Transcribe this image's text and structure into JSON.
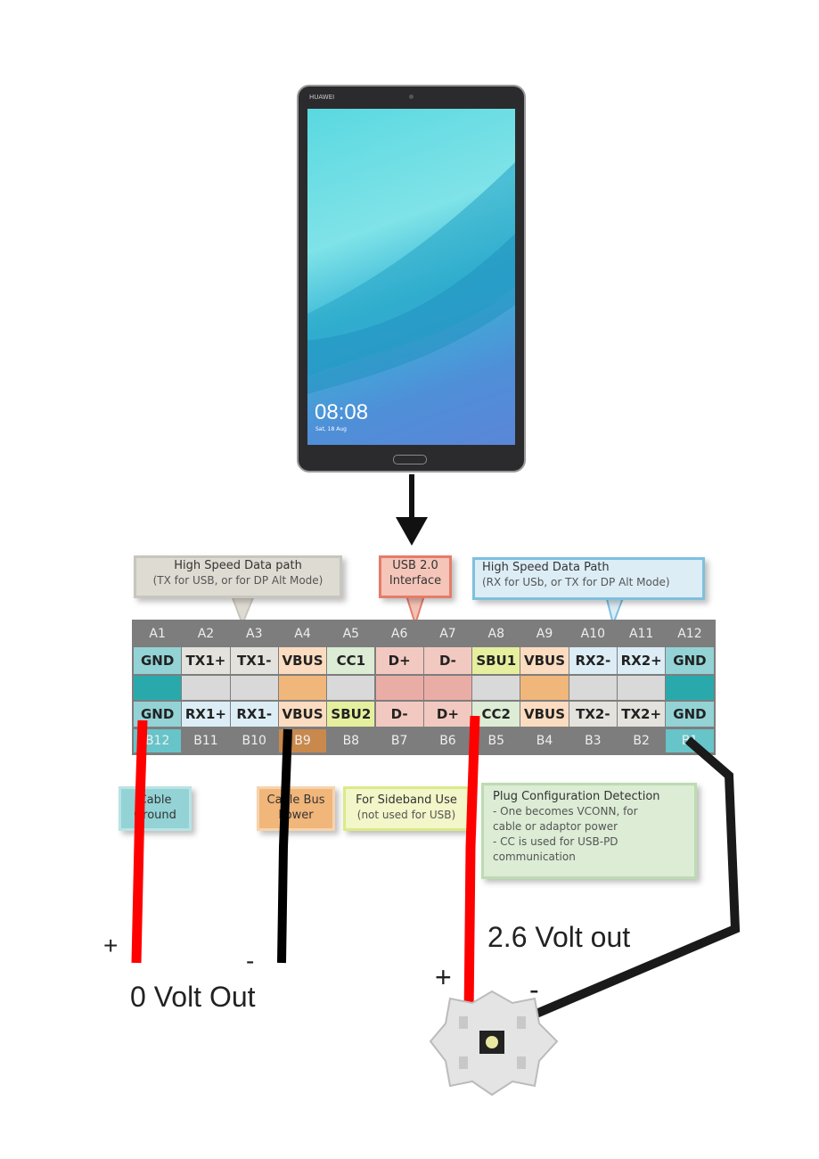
{
  "tablet": {
    "brand": "HUAWEI",
    "time": "08:08",
    "date": "Sat, 18 Aug"
  },
  "callouts": {
    "tx_title": "High Speed Data path",
    "tx_sub": "(TX for USB, or for DP Alt Mode)",
    "usb2_line1": "USB 2.0",
    "usb2_line2": "Interface",
    "rx_title": "High Speed Data Path",
    "rx_sub": "(RX for USb, or TX for DP Alt Mode)",
    "gnd_line1": "Cable",
    "gnd_line2": "Ground",
    "vbus_line1": "Cable Bus",
    "vbus_line2": "Power",
    "sbu_title": "For Sideband Use",
    "sbu_sub": "(not used for USB)",
    "cc_title": "Plug Configuration Detection",
    "cc_l1": "- One becomes VCONN, for",
    "cc_l2": "cable or adaptor power",
    "cc_l3": "- CC is used for USB-PD",
    "cc_l4": "communication"
  },
  "pinout": {
    "a_labels": [
      "A1",
      "A2",
      "A3",
      "A4",
      "A5",
      "A6",
      "A7",
      "A8",
      "A9",
      "A10",
      "A11",
      "A12"
    ],
    "top_row": [
      "GND",
      "TX1+",
      "TX1-",
      "VBUS",
      "CC1",
      "D+",
      "D-",
      "SBU1",
      "VBUS",
      "RX2-",
      "RX2+",
      "GND"
    ],
    "bottom_row": [
      "GND",
      "RX1+",
      "RX1-",
      "VBUS",
      "SBU2",
      "D-",
      "D+",
      "CC2",
      "VBUS",
      "TX2-",
      "TX2+",
      "GND"
    ],
    "b_labels": [
      "B12",
      "B11",
      "B10",
      "B9",
      "B8",
      "B7",
      "B6",
      "B5",
      "B4",
      "B3",
      "B2",
      "B1"
    ],
    "top_colors": [
      "#93d3d6",
      "#e4e2dc",
      "#e4e2dc",
      "#fbdcc0",
      "#dcecd5",
      "#f2c9c0",
      "#f2c9c0",
      "#e6ef9e",
      "#fbdcc0",
      "#dcedf6",
      "#dcedf6",
      "#93d3d6"
    ],
    "mid_colors": [
      "#2aa9ac",
      "#d9d9d9",
      "#d9d9d9",
      "#f1b67a",
      "#d9d9d9",
      "#eaada5",
      "#eaada5",
      "#d9d9d9",
      "#f1b67a",
      "#d9d9d9",
      "#d9d9d9",
      "#2aa9ac"
    ],
    "bottom_colors": [
      "#93d3d6",
      "#dcedf6",
      "#dcedf6",
      "#fbdcc0",
      "#e6ef9e",
      "#f2c9c0",
      "#f2c9c0",
      "#dcecd5",
      "#fbdcc0",
      "#e4e2dc",
      "#e4e2dc",
      "#93d3d6"
    ]
  },
  "labels": {
    "left_plus": "+",
    "left_minus": "-",
    "left_out": "0 Volt Out",
    "right_out": "2.6 Volt out",
    "right_plus": "+",
    "right_minus": "-"
  }
}
